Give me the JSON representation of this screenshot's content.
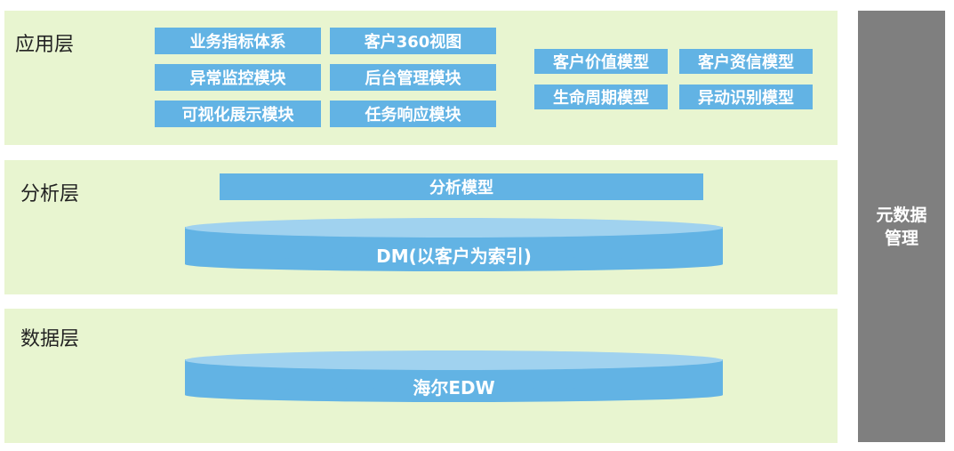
{
  "app_layer": {
    "title": "应用层",
    "items": [
      "业务指标体系",
      "客户360视图",
      "异常监控模块",
      "后台管理模块",
      "可视化展示模块",
      "任务响应模块"
    ],
    "models": [
      "客户价值模型",
      "客户资信模型",
      "生命周期模型",
      "异动识别模型"
    ]
  },
  "analysis_layer": {
    "title": "分析层",
    "model": "分析模型",
    "dm": "DM(以客户为索引)"
  },
  "data_layer": {
    "title": "数据层",
    "edw": "海尔EDW"
  },
  "metadata": {
    "line1": "元数据",
    "line2": "管理"
  }
}
